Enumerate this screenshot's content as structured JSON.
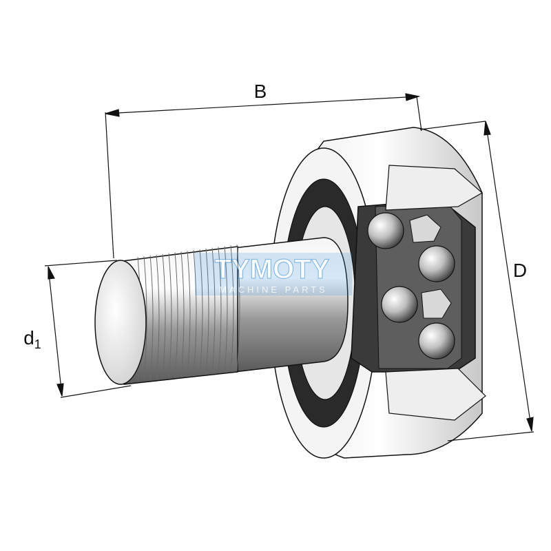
{
  "dimensions": {
    "width_label": "B",
    "outer_diameter_label": "D",
    "stud_diameter_label": "d",
    "stud_diameter_subscript": "1"
  },
  "watermark": {
    "brand": "TYMOTY",
    "tagline": "MACHINE PARTS",
    "color": "#3a8fd6"
  },
  "colors": {
    "line": "#111111",
    "metal_light": "#f2f2f2",
    "metal_mid": "#bdbdbd",
    "metal_dark": "#4a4a4a",
    "seal": "#2a2a2a"
  }
}
